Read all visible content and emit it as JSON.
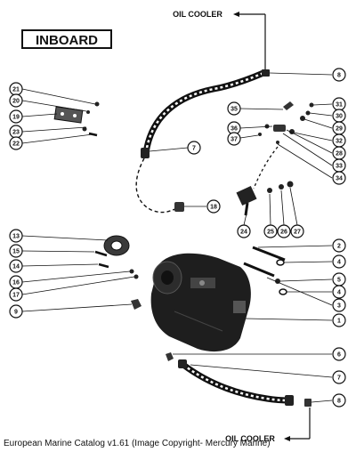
{
  "title": "INBOARD",
  "labels": {
    "oil_cooler_top": "OIL COOLER",
    "oil_cooler_bottom": "OIL COOLER"
  },
  "callouts": [
    "21",
    "20",
    "19",
    "23",
    "22",
    "35",
    "36",
    "37",
    "31",
    "30",
    "29",
    "32",
    "28",
    "33",
    "34",
    "8",
    "7",
    "18",
    "24",
    "25",
    "26",
    "27",
    "13",
    "15",
    "14",
    "16",
    "17",
    "9",
    "2",
    "4",
    "5",
    "4",
    "3",
    "1",
    "6",
    "7",
    "8"
  ],
  "footer": {
    "caption": "European Marine Catalog v1.61 (Image Copyright- Mercury Marine)"
  },
  "colors": {
    "ink": "#111111",
    "part": "#1e1e1e",
    "background": "#ffffff"
  }
}
